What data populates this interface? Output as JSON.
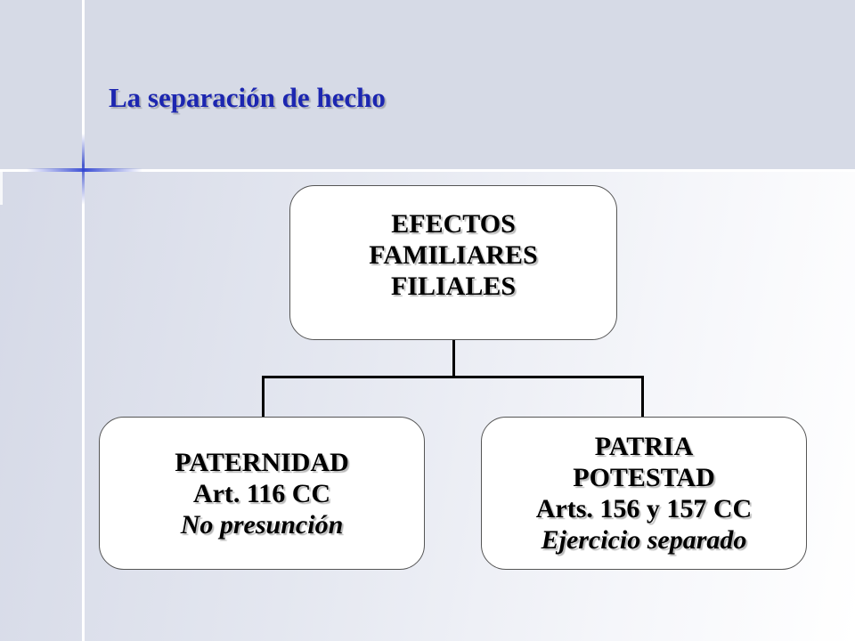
{
  "slide": {
    "title": "La separación de hecho"
  },
  "diagram": {
    "root": {
      "lines": [
        "EFECTOS",
        "FAMILIARES",
        "FILIALES"
      ]
    },
    "children": [
      {
        "title": "PATERNIDAD",
        "article": "Art. 116 CC",
        "note": "No presunción"
      },
      {
        "title_line1": "PATRIA",
        "title_line2": "POTESTAD",
        "article": "Arts. 156 y 157 CC",
        "note": "Ejercicio separado"
      }
    ]
  },
  "colors": {
    "title": "#1c26b0",
    "header_band": "#d6dae6",
    "accent_line": "#3246c8"
  }
}
